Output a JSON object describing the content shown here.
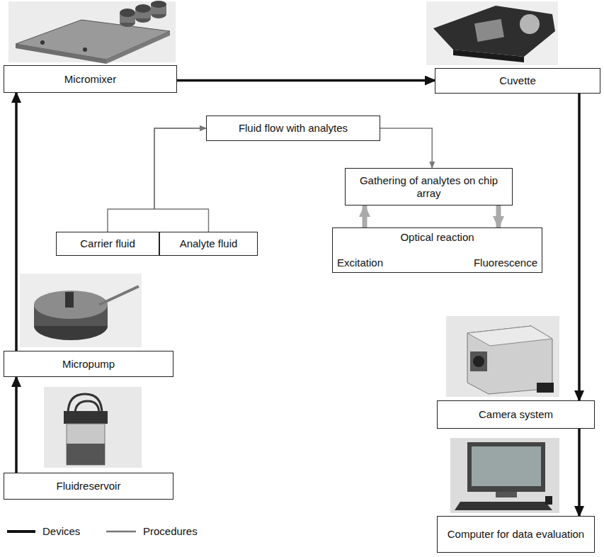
{
  "diagram": {
    "nodes": [
      {
        "text": [
          "Micromixer"
        ]
      },
      {
        "text": [
          "Cuvette"
        ]
      },
      {
        "text": [
          "Fluid flow with analytes"
        ]
      },
      {
        "text": [
          "Gathering of analytes on chip array"
        ]
      },
      {
        "text": [
          "Carrier fluid"
        ]
      },
      {
        "text": [
          "Analyte fluid"
        ]
      },
      {
        "text": [
          "Optical reaction",
          "Excitation",
          "Fluorescence"
        ]
      },
      {
        "text": [
          "Camera system"
        ]
      },
      {
        "text": [
          "Micropump"
        ]
      },
      {
        "text": [
          "Fluidreservoir"
        ]
      },
      {
        "text": [
          "Computer for data evaluation"
        ]
      }
    ],
    "edges": [
      {
        "from": 9,
        "to": 8,
        "arrow": "to"
      },
      {
        "from": 8,
        "to": 0,
        "arrow": "to"
      },
      {
        "from": 0,
        "to": 1,
        "arrow": "to"
      },
      {
        "from": 1,
        "to": 7,
        "arrow": "to"
      },
      {
        "from": 7,
        "to": 10,
        "arrow": "to"
      },
      {
        "from": 4,
        "to": 2,
        "arrow": "to"
      },
      {
        "from": 5,
        "to": 2,
        "arrow": "to"
      },
      {
        "from": 2,
        "to": 3,
        "arrow": "to"
      },
      {
        "from": 6,
        "to": 3,
        "arrow": "to"
      },
      {
        "from": 3,
        "to": 6,
        "arrow": "to"
      }
    ],
    "legend": [
      {
        "text": "Devices"
      },
      {
        "text": "Procedures"
      }
    ]
  }
}
